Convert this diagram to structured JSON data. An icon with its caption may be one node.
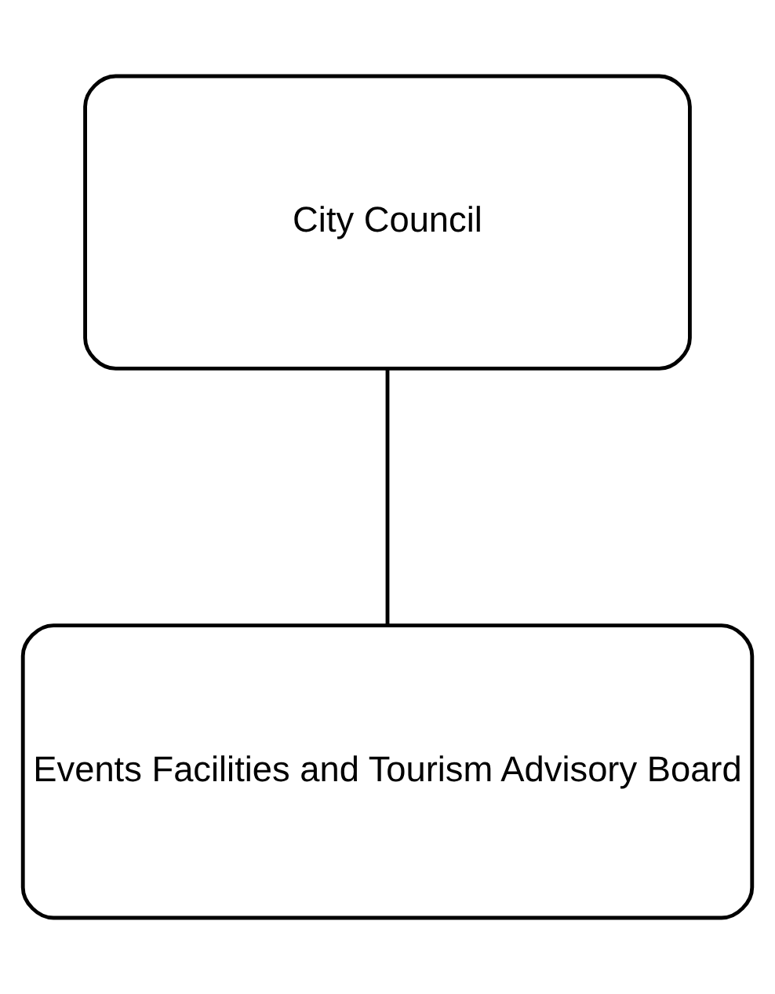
{
  "diagram": {
    "nodes": [
      {
        "text": [
          "City Council"
        ]
      },
      {
        "text": [
          "Events Facilities and Tourism Advisory Board"
        ]
      }
    ],
    "edges": [
      {
        "from": 0,
        "to": 1,
        "arrow": "none"
      }
    ]
  }
}
